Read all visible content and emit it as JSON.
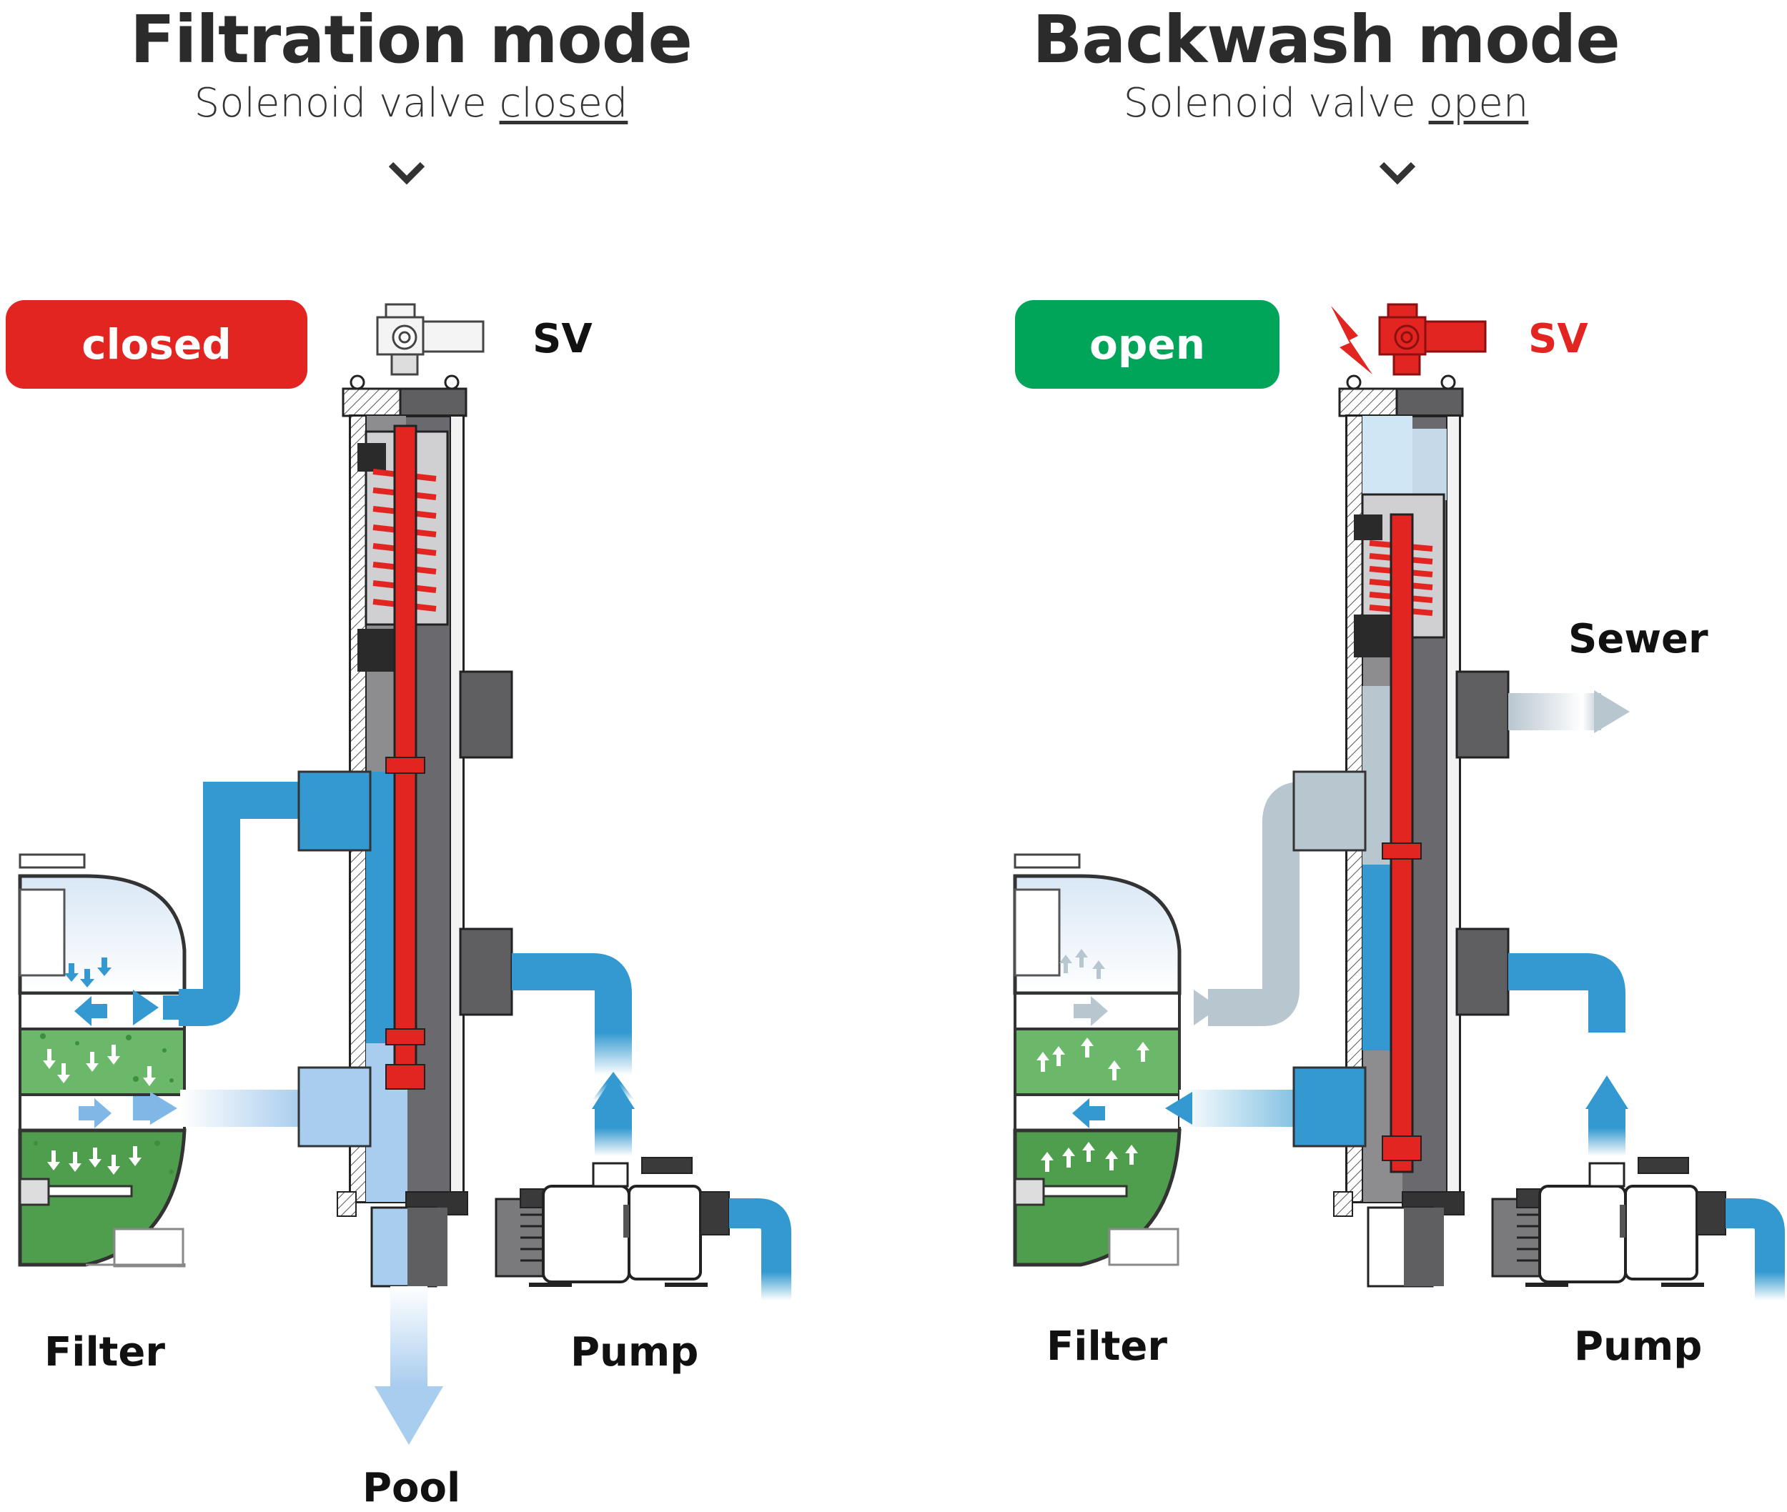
{
  "colors": {
    "red": "#e32522",
    "green": "#00a55a",
    "water_blue": "#3399d0",
    "light_blue": "#a9cdee",
    "grey_water": "#b8c6cf",
    "media_green": "#6bb86a",
    "body_grey": "#5f5f62"
  },
  "filtration": {
    "title": "Filtration mode",
    "subtitle_prefix": "Solenoid valve ",
    "subtitle_state": "closed",
    "status_badge": "closed",
    "sv_label": "SV",
    "labels": {
      "filter": "Filter",
      "pump": "Pump",
      "pool": "Pool"
    },
    "icons": [
      "chevron-down-icon"
    ]
  },
  "backwash": {
    "title": "Backwash mode",
    "subtitle_prefix": "Solenoid valve ",
    "subtitle_state": "open",
    "status_badge": "open",
    "sv_label": "SV",
    "labels": {
      "filter": "Filter",
      "pump": "Pump",
      "sewer": "Sewer"
    },
    "icons": [
      "chevron-down-icon",
      "lightning-icon"
    ]
  }
}
